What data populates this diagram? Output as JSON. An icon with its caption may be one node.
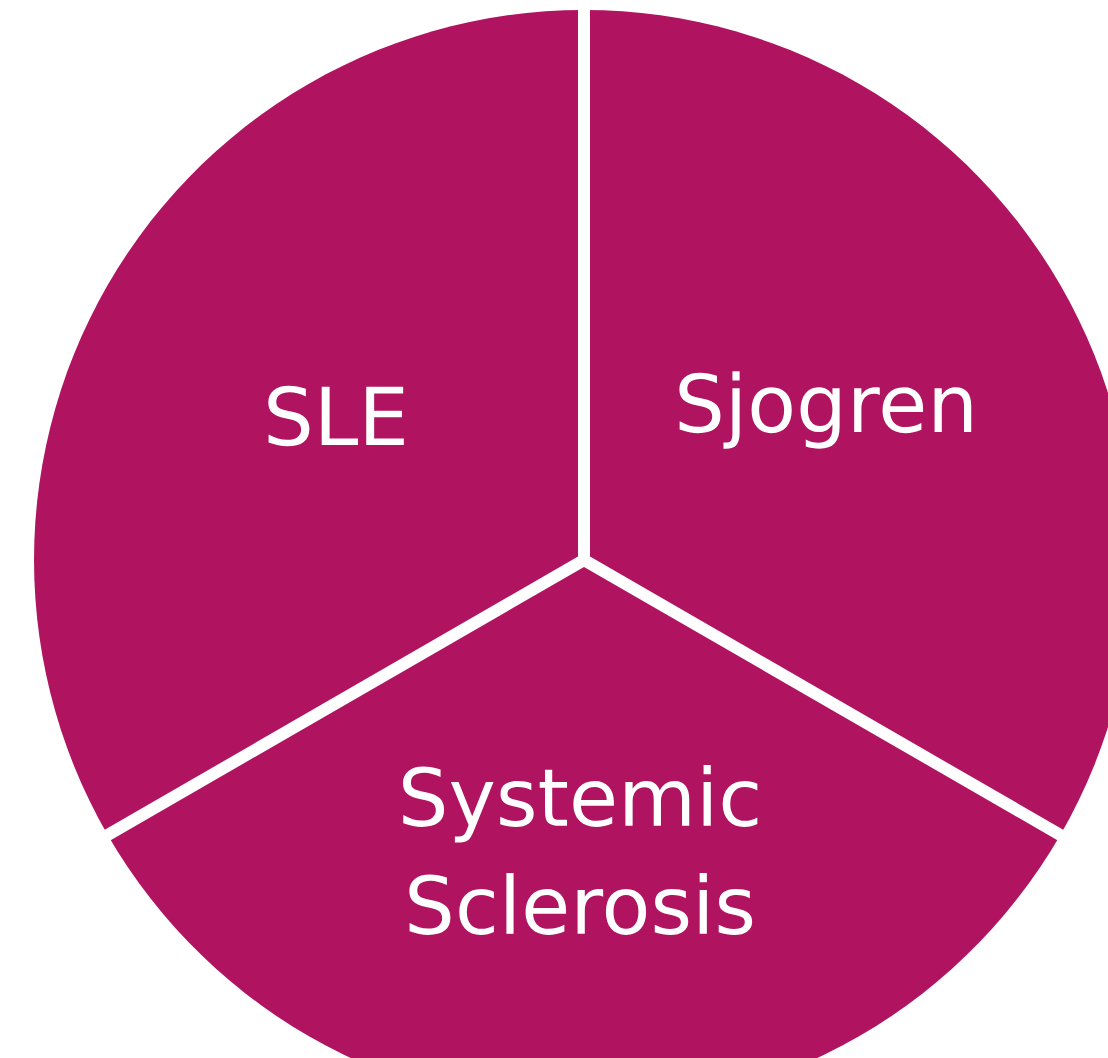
{
  "diagram": {
    "nodes": [
      {
        "text": [
          "SLE"
        ]
      },
      {
        "text": [
          "Sjogren"
        ]
      },
      {
        "text": [
          "Systemic Sclerosis"
        ]
      }
    ]
  }
}
